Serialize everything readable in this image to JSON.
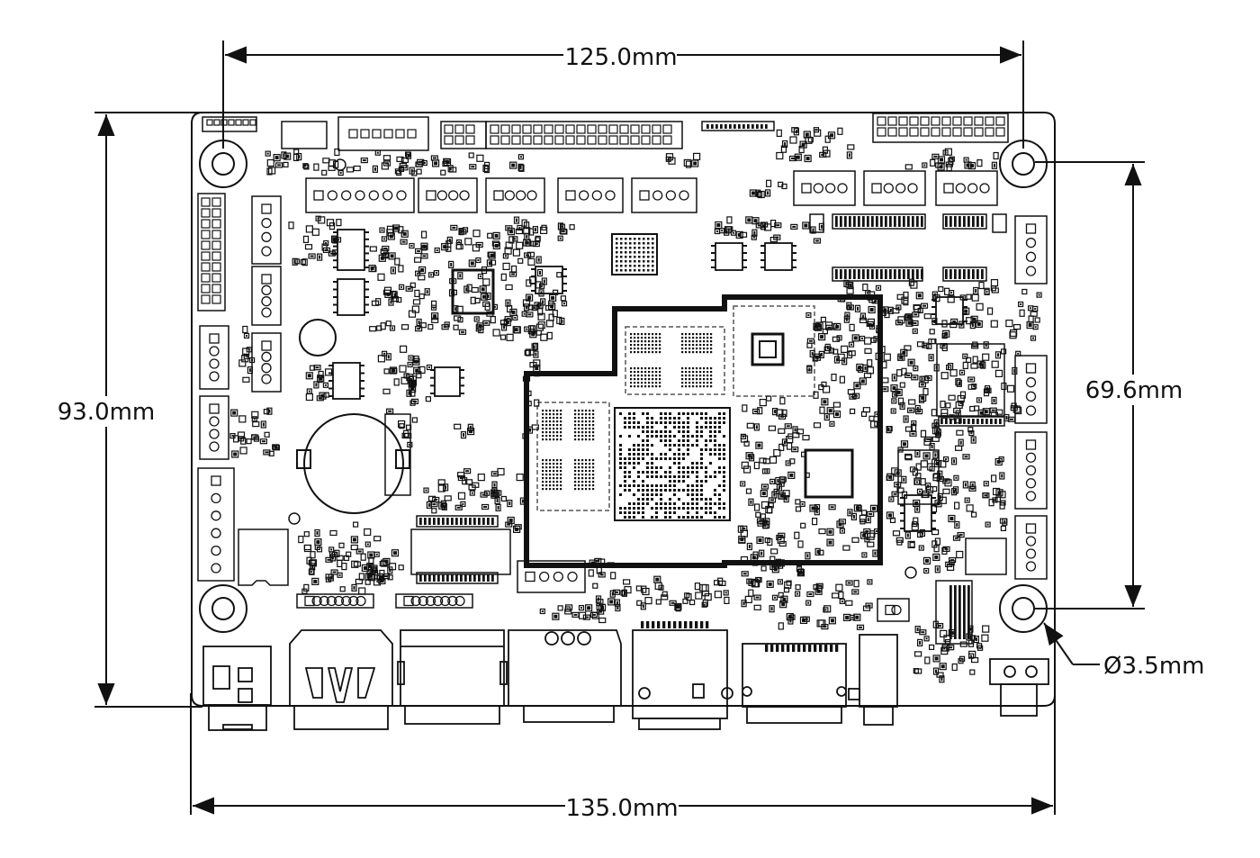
{
  "dimensions": {
    "top_width": "125.0mm",
    "bottom_width": "135.0mm",
    "left_height": "93.0mm",
    "right_height": "69.6mm",
    "hole_diameter": "Ø3.5mm"
  },
  "colors": {
    "line": "#111111",
    "background": "#ffffff"
  },
  "icons": [
    "mounting-hole-icon",
    "chip-icon",
    "connector-icon",
    "arrow-icon"
  ]
}
